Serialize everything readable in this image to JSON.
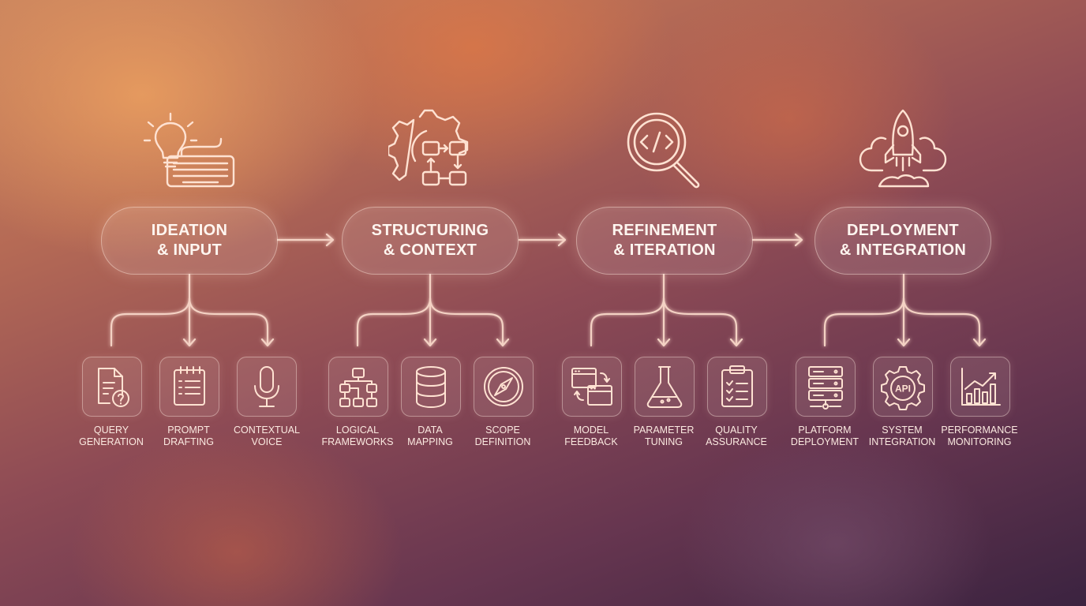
{
  "stages": [
    {
      "title_line1": "IDEATION",
      "title_line2": "& INPUT",
      "icon": "lightbulb-keyboard-icon",
      "children": [
        {
          "line1": "QUERY",
          "line2": "GENERATION",
          "icon": "document-question-icon"
        },
        {
          "line1": "PROMPT",
          "line2": "DRAFTING",
          "icon": "notepad-icon"
        },
        {
          "line1": "CONTEXTUAL",
          "line2": "VOICE",
          "icon": "microphone-icon"
        }
      ]
    },
    {
      "title_line1": "STRUCTURING",
      "title_line2": "& CONTEXT",
      "icon": "gear-flowchart-icon",
      "children": [
        {
          "line1": "LOGICAL",
          "line2": "FRAMEWORKS",
          "icon": "hierarchy-icon"
        },
        {
          "line1": "DATA",
          "line2": "MAPPING",
          "icon": "database-icon"
        },
        {
          "line1": "SCOPE",
          "line2": "DEFINITION",
          "icon": "compass-icon"
        }
      ]
    },
    {
      "title_line1": "REFINEMENT",
      "title_line2": "& ITERATION",
      "icon": "magnifier-code-icon",
      "children": [
        {
          "line1": "MODEL",
          "line2": "FEEDBACK",
          "icon": "windows-sync-icon"
        },
        {
          "line1": "PARAMETER",
          "line2": "TUNING",
          "icon": "flask-icon"
        },
        {
          "line1": "QUALITY",
          "line2": "ASSURANCE",
          "icon": "clipboard-checklist-icon"
        }
      ]
    },
    {
      "title_line1": "DEPLOYMENT",
      "title_line2": "& INTEGRATION",
      "icon": "rocket-cloud-icon",
      "children": [
        {
          "line1": "PLATFORM",
          "line2": "DEPLOYMENT",
          "icon": "server-icon"
        },
        {
          "line1": "SYSTEM",
          "line2": "INTEGRATION",
          "icon": "api-gear-icon",
          "icon_text": "API"
        },
        {
          "line1": "PERFORMANCE",
          "line2": "MONITORING",
          "icon": "growth-chart-icon"
        }
      ]
    }
  ],
  "colors": {
    "line": "#f4d2c4",
    "glow": "#ffd8c8",
    "text": "#fff6f0"
  }
}
